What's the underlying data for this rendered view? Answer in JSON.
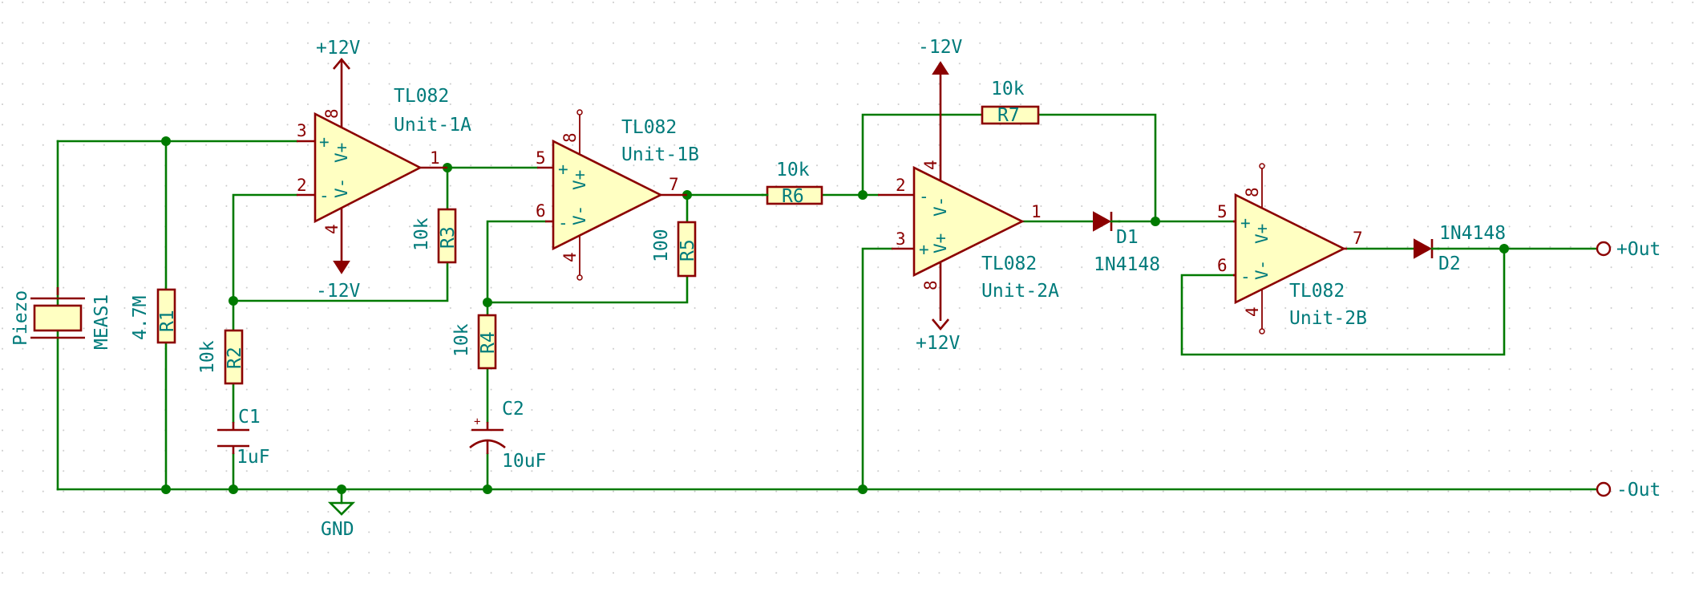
{
  "colors": {
    "wire": "#007a00",
    "symbol_outline": "#8b0000",
    "symbol_fill": "#ffffc2",
    "label_text": "#007b7b",
    "grid_dot": "#c8c8c8"
  },
  "power": {
    "u1a_top": "+12V",
    "u1a_bottom": "-12V",
    "u2a_top": "-12V",
    "u2a_bottom": "+12V",
    "ground": "GND"
  },
  "components": {
    "meas1": {
      "ref": "MEAS1",
      "value": "Piezo"
    },
    "r1": {
      "ref": "R1",
      "value": "4.7M"
    },
    "r2": {
      "ref": "R2",
      "value": "10k"
    },
    "r3": {
      "ref": "R3",
      "value": "10k"
    },
    "r4": {
      "ref": "R4",
      "value": "10k"
    },
    "r5": {
      "ref": "R5",
      "value": "100"
    },
    "r6": {
      "ref": "R6",
      "value": "10k"
    },
    "r7": {
      "ref": "R7",
      "value": "10k"
    },
    "c1": {
      "ref": "C1",
      "value": "1uF"
    },
    "c2": {
      "ref": "C2",
      "value": "10uF",
      "polarity": "+"
    },
    "d1": {
      "ref": "D1",
      "value": "1N4148"
    },
    "d2": {
      "ref": "D2",
      "value": "1N4148"
    }
  },
  "opamps": {
    "u1a": {
      "part": "TL082",
      "unit": "Unit-1A",
      "pins": {
        "noninv": "3",
        "inv": "2",
        "out": "1",
        "vpos": "8",
        "vneg": "4"
      }
    },
    "u1b": {
      "part": "TL082",
      "unit": "Unit-1B",
      "pins": {
        "noninv": "5",
        "inv": "6",
        "out": "7",
        "vpos": "8",
        "vneg": "4"
      }
    },
    "u2a": {
      "part": "TL082",
      "unit": "Unit-2A",
      "pins": {
        "inv": "2",
        "noninv": "3",
        "out": "1",
        "vneg": "4",
        "vpos": "8"
      }
    },
    "u2b": {
      "part": "TL082",
      "unit": "Unit-2B",
      "pins": {
        "noninv": "5",
        "inv": "6",
        "out": "7",
        "vpos": "8",
        "vneg": "4"
      }
    }
  },
  "opamp_inner": {
    "plus": "+",
    "minus": "-",
    "vplus": "V+",
    "vminus": "V-"
  },
  "ports": {
    "out_pos": "+Out",
    "out_neg": "-Out"
  }
}
